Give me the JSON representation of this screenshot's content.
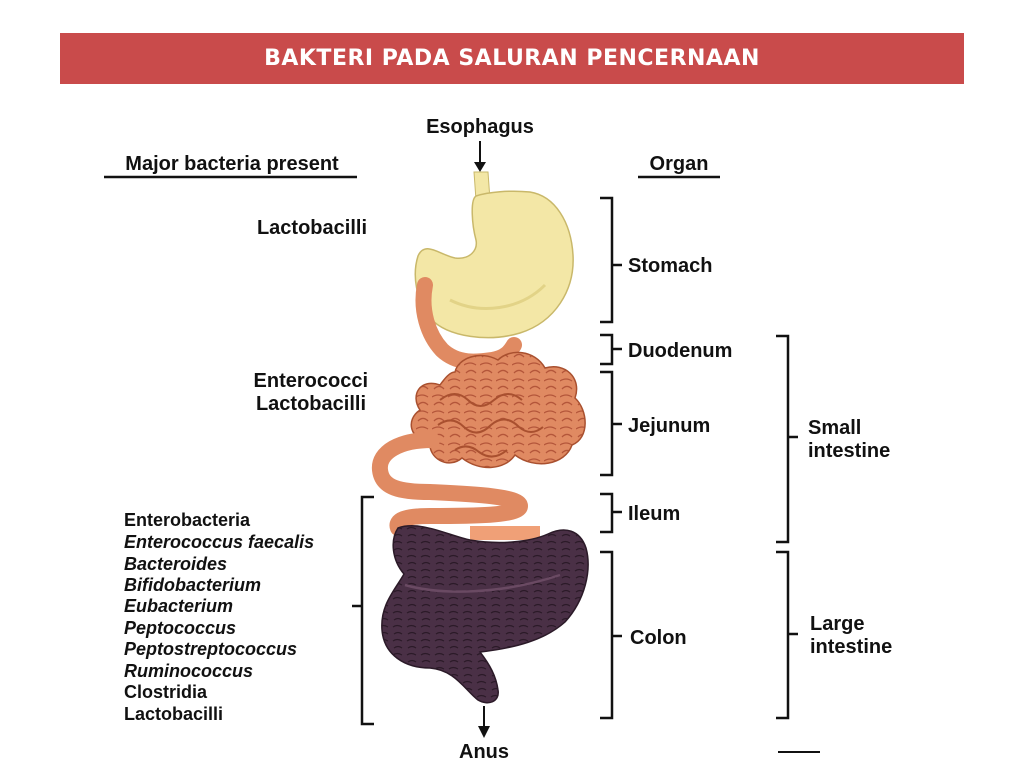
{
  "slide": {
    "title": "BAKTERI PADA SALURAN PENCERNAAN",
    "banner_color": "#c94b4b"
  },
  "diagram": {
    "header_bacteria": "Major bacteria present",
    "header_organ": "Organ",
    "entry_label": "Esophagus",
    "exit_label": "Anus",
    "bacteria_groups": [
      {
        "organ": "Stomach",
        "items": [
          {
            "text": "Lactobacilli",
            "italic": false
          }
        ]
      },
      {
        "organ": "Small intestine",
        "items": [
          {
            "text": "Enterococci",
            "italic": false
          },
          {
            "text": "Lactobacilli",
            "italic": false
          }
        ]
      },
      {
        "organ": "Ileum / Colon",
        "items": [
          {
            "text": "Enterobacteria",
            "italic": false
          },
          {
            "text": "Enterococcus faecalis",
            "italic": true
          },
          {
            "text": "Bacteroides",
            "italic": true
          },
          {
            "text": "Bifidobacterium",
            "italic": true
          },
          {
            "text": "Eubacterium",
            "italic": true
          },
          {
            "text": "Peptococcus",
            "italic": true
          },
          {
            "text": "Peptostreptococcus",
            "italic": true
          },
          {
            "text": "Ruminococcus",
            "italic": true
          },
          {
            "text": "Clostridia",
            "italic": false
          },
          {
            "text": "Lactobacilli",
            "italic": false
          }
        ]
      }
    ],
    "organs": [
      "Stomach",
      "Duodenum",
      "Jejunum",
      "Ileum",
      "Colon"
    ],
    "regions": [
      {
        "line1": "Small",
        "line2": "intestine"
      },
      {
        "line1": "Large",
        "line2": "intestine"
      }
    ],
    "colors": {
      "stomach": "#f3e7a6",
      "small_intestine": "#e08a62",
      "colon": "#4a3046",
      "line": "#111111"
    }
  }
}
